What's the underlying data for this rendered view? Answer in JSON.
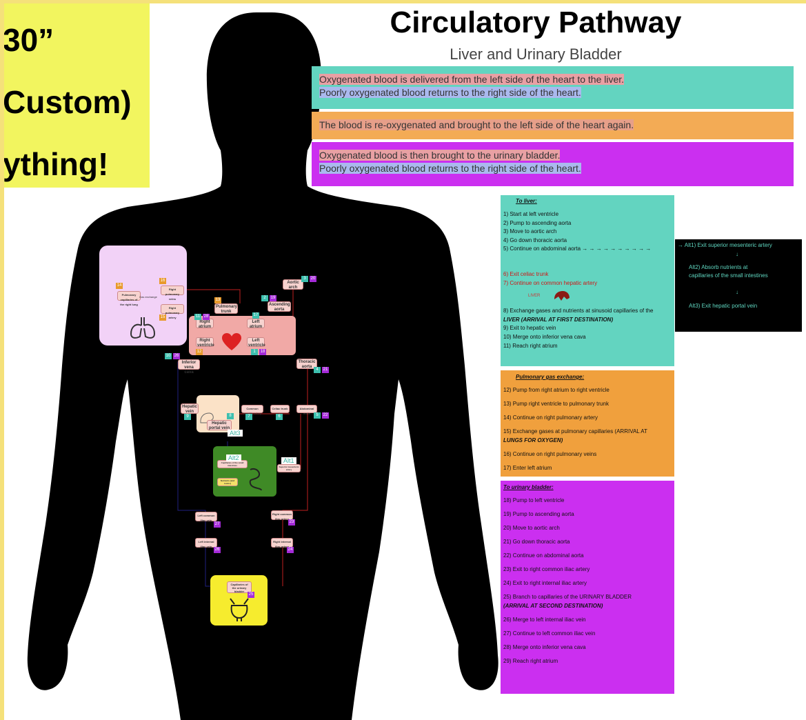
{
  "header": {
    "title": "Circulatory Pathway",
    "subtitle": "Liver and Urinary Bladder"
  },
  "side_note": {
    "lines": [
      "30”",
      "Custom)",
      "ything!"
    ]
  },
  "summary": {
    "box1": {
      "line1": "Oxygenated blood is delivered from the left side of the heart to the liver.",
      "line2": "Poorly oxygenated blood returns to the right side of the heart."
    },
    "box2": {
      "line1": "The blood is re-oxygenated and brought to the left side of the heart again."
    },
    "box3": {
      "line1": "Oxygenated blood is then brought to the urinary bladder.",
      "line2": "Poorly oxygenated blood returns to the right side of the heart."
    }
  },
  "to_liver": {
    "heading": "To liver:",
    "steps": [
      "1)   Start at left ventricle",
      "2)   Pump to ascending aorta",
      "3)   Move to aortic arch",
      "4)   Go down thoracic aorta",
      "5)   Continue on abdominal aorta    → → → → → → → → → →",
      "6)   Exit celiac trunk",
      "7)   Continue on common hepatic artery",
      "8)   Exchange gases and nutrients at sinusoid capillaries of the",
      "LIVER  (ARRIVAL AT FIRST DESTINATION)",
      "9)   Exit to hepatic vein",
      "10)  Merge onto inferior vena cava",
      "11)  Reach right atrium"
    ],
    "icon_label": "LIVER"
  },
  "alternate": {
    "alt1": "→   Alt1) Exit superior mesenteric artery",
    "arrow1": "↓",
    "alt2a": "Alt2)  Absorb nutrients at",
    "alt2b": "capillaries of the small intestines",
    "arrow2": "↓",
    "alt3": "Alt3)  Exit hepatic portal vein"
  },
  "pulmonary": {
    "heading": "Pulmonary gas exchange:",
    "steps": [
      "12) Pump from right atrium to right ventricle",
      "13) Pump right ventricle to pulmonary trunk",
      "14) Continue on right pulmonary artery",
      "15) Exchange gases at pulmonary capillaries  (ARRIVAL AT",
      "LUNGS FOR OXYGEN)",
      "16) Continue on right pulmonary veins",
      "17) Enter left atrium"
    ]
  },
  "to_bladder": {
    "heading": "To urinary bladder:",
    "steps": [
      "18) Pump to left ventricle",
      "19) Pump to ascending aorta",
      "20) Move to aortic arch",
      "21) Go down thoracic aorta",
      "22) Continue on abdominal aorta",
      "23) Exit to right common iliac artery",
      "24) Exit to right internal iliac artery",
      "25) Branch to capillaries of the URINARY BLADDER",
      "(ARRIVAL AT SECOND DESTINATION)",
      "26) Merge to left internal iliac vein",
      "27) Continue to left common iliac vein",
      "28) Merge onto inferior vena cava",
      "29) Reach right atrium"
    ]
  },
  "diagram": {
    "nodes": {
      "aortic_arch": "Aortic arch",
      "pulmonary_trunk": "Pulmonary trunk",
      "ascending_aorta": "Ascending aorta",
      "right_atrium": "Right atrium",
      "left_atrium": "Left atrium",
      "right_ventricle": "Right ventricle",
      "left_ventricle": "Left ventricle",
      "thoracic_aorta": "Thoracic aorta",
      "inferior_vena_cava": "Inferior vena cava",
      "hepatic_vein": "Hepatic vein",
      "hepatic_portal_vein": "Hepatic portal vein",
      "common_hepatic_artery": "Common hepatic artery",
      "celiac_trunk": "Celiac trunk",
      "abdominal_aorta": "Abdominal aorta",
      "left_common_iliac_vein": "Left common iliac vein",
      "right_common_iliac_artery": "Right common iliac artery",
      "left_internal_iliac_vein": "Left internal iliac vein",
      "right_internal_iliac_artery": "Right internal iliac artery",
      "bladder_capillaries": "Capillaries of the urinary bladder",
      "lung_capillaries": "Pulmonary capillaries of the right lung",
      "gas_exchange": "Gas exchange",
      "right_pulmonary_veins": "Right pulmonary veins",
      "right_pulmonary_artery": "Right pulmonary artery",
      "intestine_capillaries": "Capillaries of the small intestines",
      "nutrients": "Nutrients (and toxins)",
      "superior_mesenteric": "Superior mesenteric artery"
    },
    "alt_labels": {
      "alt1": "Alt1",
      "alt2": "Alt2",
      "alt3": "Alt3"
    },
    "badges": {
      "b1": "1",
      "b2": "2",
      "b3": "3",
      "b4": "4",
      "b5": "5",
      "b6": "6",
      "b7": "7",
      "b8": "8",
      "b9": "9",
      "b10": "10",
      "b11": "11",
      "b12": "12",
      "b13": "13",
      "b14": "14",
      "b15": "15",
      "b16": "16",
      "b17": "17",
      "b18": "18",
      "b19": "19",
      "b20": "20",
      "b21": "21",
      "b22": "22",
      "b23": "23",
      "b24": "24",
      "b25": "25",
      "b26": "26",
      "b27": "27",
      "b28": "28"
    },
    "colors": {
      "lungs": "#f2d2f7",
      "heart": "#f1a9a6",
      "liver": "#fbe2c7",
      "intestine": "#3f8a26",
      "bladder": "#f6ec2e",
      "body": "#000000"
    }
  }
}
